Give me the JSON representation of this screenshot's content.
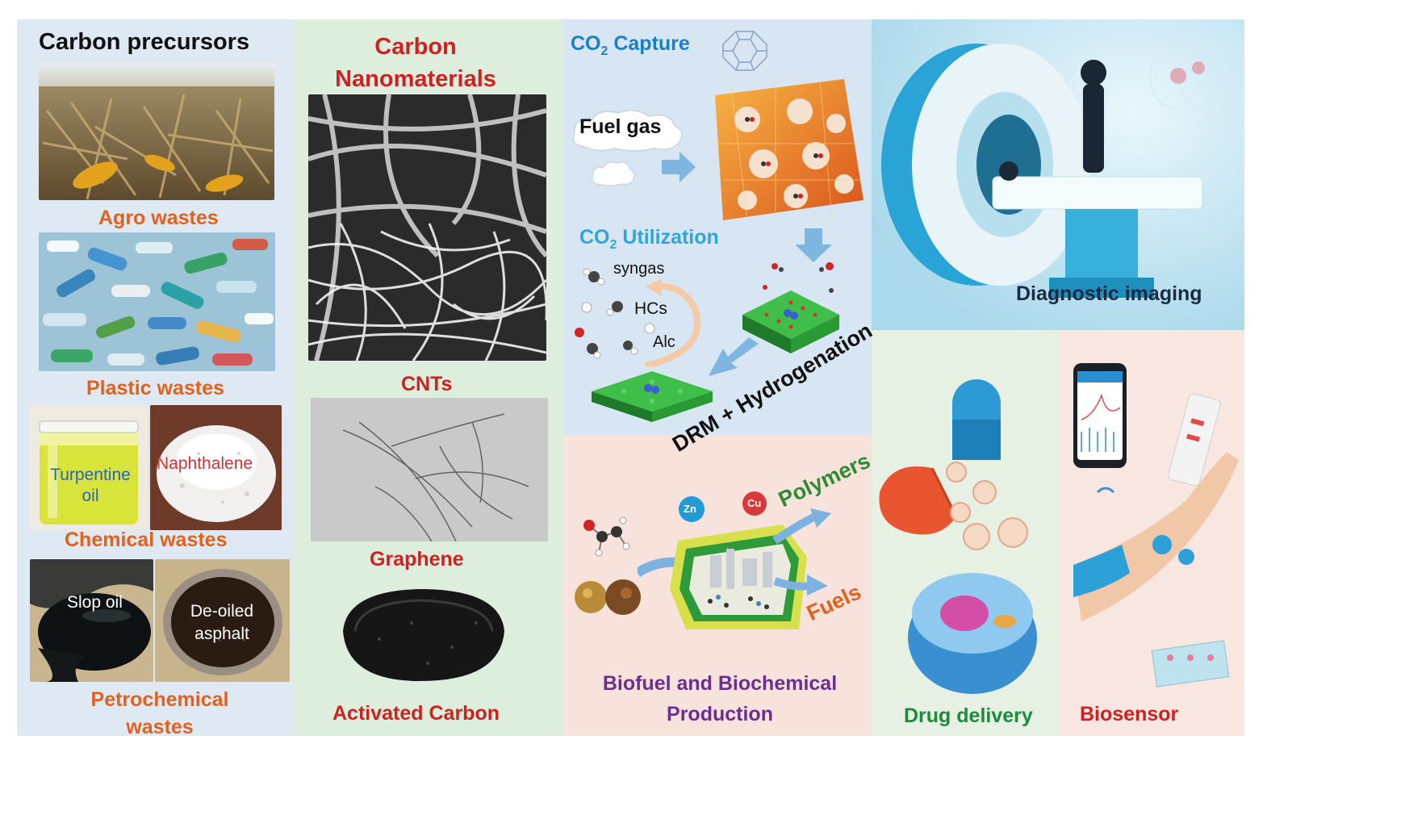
{
  "precursors": {
    "title": "Carbon precursors",
    "agro": "Agro wastes",
    "plastic": "Plastic wastes",
    "turpentine": "Turpentine oil",
    "naphthalene": "Naphthalene",
    "chemical": "Chemical wastes",
    "slop_oil": "Slop oil",
    "deoiled": "De-oiled asphalt",
    "petro_line1": "Petrochemical",
    "petro_line2": "wastes"
  },
  "nanomaterials": {
    "title_line1": "Carbon",
    "title_line2": "Nanomaterials",
    "cnts": "CNTs",
    "graphene": "Graphene",
    "activated": "Activated Carbon"
  },
  "co2": {
    "capture_prefix": "CO",
    "capture_sub": "2",
    "capture_suffix": " Capture",
    "fuel_gas": "Fuel gas",
    "util_prefix": "CO",
    "util_sub": "2",
    "util_suffix": " Utilization",
    "syngas": "syngas",
    "hcs": "HCs",
    "alc": "Alc",
    "drm": "DRM + Hydrogenation"
  },
  "bio": {
    "polymers": "Polymers",
    "fuels": "Fuels",
    "zn": "Zn",
    "cu": "Cu",
    "title_line1": "Biofuel and Biochemical",
    "title_line2": "Production"
  },
  "medical": {
    "diagnostic": "Diagnostic imaging",
    "drug": "Drug delivery",
    "biosensor": "Biosensor"
  },
  "colors": {
    "panel_precursors": "#dfe9f4",
    "panel_nano": "#ddeedd",
    "panel_co2": "#d7e6f2",
    "panel_bio": "#f8e3dc",
    "panel_imaging": "#bfe2ef",
    "panel_drug": "#e6f1e3",
    "panel_biosensor": "#f8e6e0",
    "label_orange": "#e2611d",
    "label_red": "#cc2222",
    "label_blue": "#1a7fc9",
    "label_green": "#1f8a3c",
    "label_purple": "#6b2f8f"
  }
}
